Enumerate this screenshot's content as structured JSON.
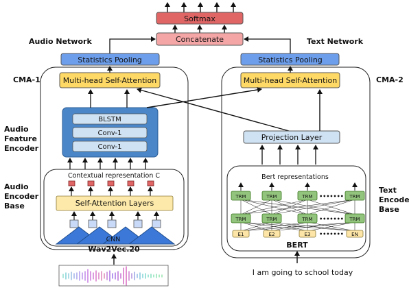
{
  "top": {
    "softmax": "Softmax",
    "concatenate": "Concatenate"
  },
  "networks": {
    "audio": "Audio Network",
    "text": "Text Network"
  },
  "blocks": {
    "cma1": "CMA-1",
    "cma2": "CMA-2"
  },
  "stats_pooling": "Statistics Pooling",
  "mhsa": "Multi-head Self-Attention",
  "audio": {
    "feature_encoder_label": [
      "Audio",
      "Feature",
      "Encoder"
    ],
    "encoder_base_label": [
      "Audio",
      "Encoder",
      "Base"
    ],
    "blstm": "BLSTM",
    "conv1": "Conv-1",
    "conv2": "Conv-1",
    "contextual": "Contextual representation C",
    "self_attention_layers": "Self-Attention Layers",
    "cnn": "CNN",
    "wav2vec": "Wav2Vec.20"
  },
  "text": {
    "encoder_base_label": [
      "Text",
      "Encoder",
      "Base"
    ],
    "projection": "Projection Layer",
    "bert_repr": "Bert representations",
    "trm": "TRM",
    "dots": "•••••••",
    "embeddings": [
      "E1",
      "E2",
      "E3",
      "EN"
    ],
    "bert": "BERT",
    "input_sentence": "I am going to school today"
  },
  "colors": {
    "softmax": "#e06666",
    "concatenate": "#f4a6a6",
    "stats": "#6d9eeb",
    "mhsa": "#ffd966",
    "encoder": "#4a86c8",
    "encoder_inner": "#cfe2f3",
    "attention": "#fde9a9",
    "cnn": "#3c78d8",
    "cnn_box": "#c9daf8",
    "red_square": "#e06666",
    "trm": "#93c47d",
    "embed": "#fce5a6",
    "projection": "#cfe2f3"
  },
  "icons": [
    "waveform-icon"
  ]
}
